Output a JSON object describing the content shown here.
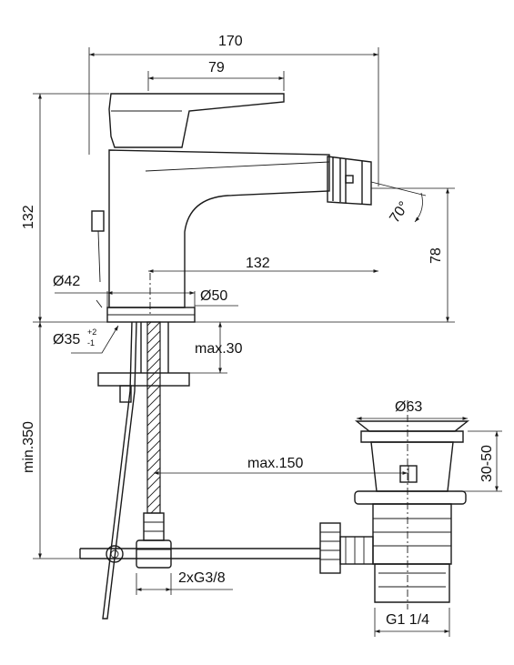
{
  "dimensions": {
    "overall_width": "170",
    "lever_width": "79",
    "overall_height": "132",
    "spout_reach": "132",
    "spout_height": "78",
    "base_diameter_small": "Ø42",
    "base_diameter": "Ø50",
    "hole_diameter": "Ø35",
    "hole_tol_plus": "+2",
    "hole_tol_minus": "-1",
    "max_thickness": "max.30",
    "min_hose_length": "min.350",
    "max_offset": "max.150",
    "nozzle_angle": "70°",
    "popup_diameter": "Ø63",
    "popup_stroke": "30-50",
    "connection_thread": "2xG3/8",
    "waste_thread": "G1 1/4"
  }
}
